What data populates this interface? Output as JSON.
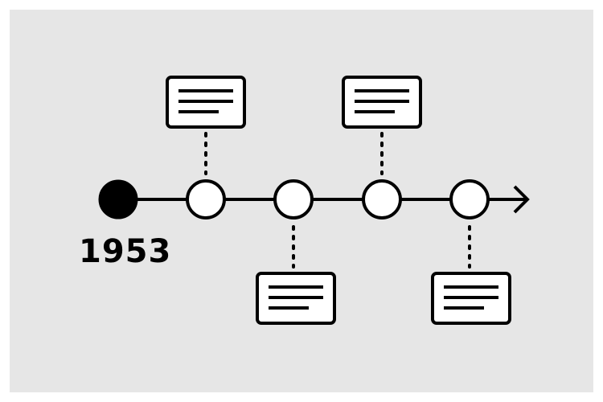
{
  "timeline": {
    "start_label": "1953",
    "line_color": "#000000",
    "node_fill": "#ffffff",
    "start_node_fill": "#000000",
    "background_color": "#e6e6e6",
    "nodes": [
      {
        "kind": "start"
      },
      {
        "kind": "event",
        "note": "above"
      },
      {
        "kind": "event",
        "note": "below"
      },
      {
        "kind": "event",
        "note": "above"
      },
      {
        "kind": "event",
        "note": "below"
      }
    ],
    "end_marker": "arrow-right-icon",
    "note_icon": "text-lines-icon"
  }
}
